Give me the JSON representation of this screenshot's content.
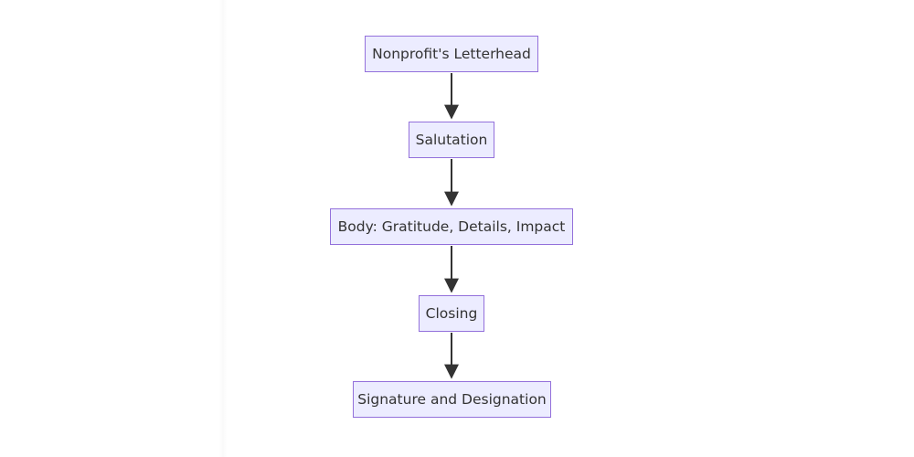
{
  "diagram": {
    "type": "flowchart",
    "direction": "top-down",
    "nodes": [
      {
        "id": "letterhead",
        "label": "Nonprofit's Letterhead"
      },
      {
        "id": "salutation",
        "label": "Salutation"
      },
      {
        "id": "body",
        "label": "Body: Gratitude, Details, Impact"
      },
      {
        "id": "closing",
        "label": "Closing"
      },
      {
        "id": "signature",
        "label": "Signature and Designation"
      }
    ],
    "edges": [
      {
        "from": "letterhead",
        "to": "salutation"
      },
      {
        "from": "salutation",
        "to": "body"
      },
      {
        "from": "body",
        "to": "closing"
      },
      {
        "from": "closing",
        "to": "signature"
      }
    ],
    "colors": {
      "node_fill": "#ECECFF",
      "node_border": "#9370DB",
      "arrow": "#333333",
      "text": "#333333",
      "background": "#FFFFFF"
    }
  }
}
